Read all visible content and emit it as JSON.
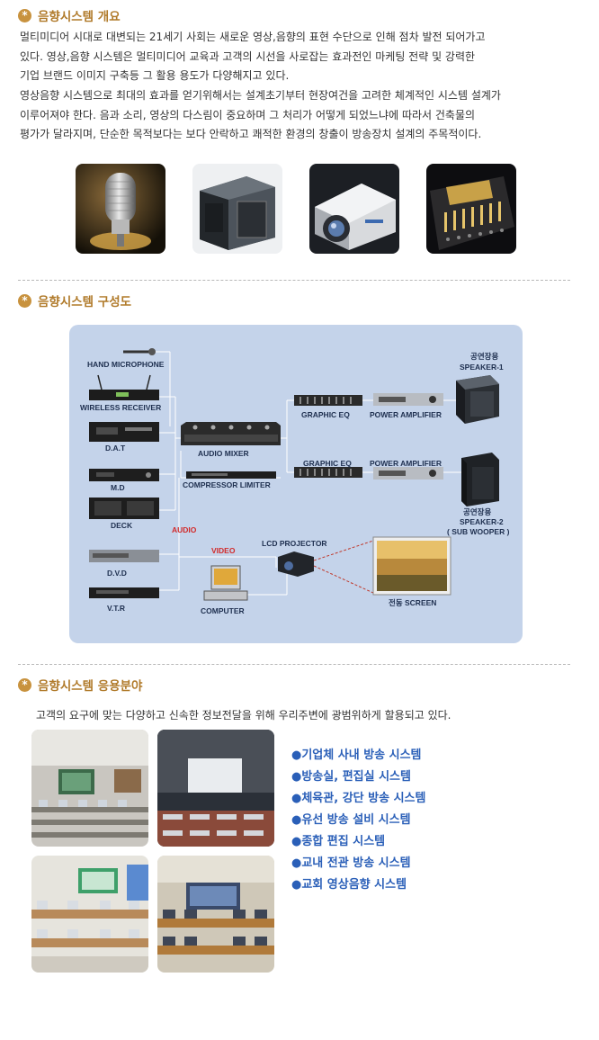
{
  "section1": {
    "badge": "*",
    "title": "음향시스템 개요",
    "paragraph1": [
      "멀티미디어 시대로 대변되는 21세기 사회는 새로운 영상,음향의 표현 수단으로 인해 점차 발전 되어가고",
      "있다. 영상,음향 시스템은 멀티미디어 교육과 고객의 시선을 사로잡는 효과전인 마케팅 전략 및 강력한",
      "기업 브랜드 이미지 구축등 그 활용 용도가 다양해지고 있다."
    ],
    "paragraph2": [
      "영상음향 시스템으로 최대의 효과를 얻기위해서는 설계초기부터 현장여건을 고려한 체계적인 시스템 설계가",
      "이루어져야 한다. 음과 소리, 영상의 다스림이 중요하며 그 처리가 어떻게 되었느냐에 따라서 건축물의",
      "평가가 달라지며, 단순한 목적보다는 보다 안락하고 쾌적한 환경의 창출이 방송장치 설계의 주목적이다."
    ]
  },
  "section2": {
    "badge": "*",
    "title": "음향시스템 구성도",
    "diagram": {
      "hand_microphone": "HAND MICROPHONE",
      "wireless_receiver": "WIRELESS  RECEIVER",
      "dat": "D.A.T",
      "md": "M.D",
      "deck": "DECK",
      "dvd": "D.V.D",
      "vtr": "V.T.R",
      "audio_mixer": "AUDIO MIXER",
      "compressor_limiter": "COMPRESSOR LIMITER",
      "graphic_eq_1": "GRAPHIC EQ",
      "graphic_eq_2": "GRAPHIC EQ",
      "power_amplifier_1": "POWER AMPLIFIER",
      "power_amplifier_2": "POWER AMPLIFIER",
      "speaker1_kr": "공연장용",
      "speaker1": "SPEAKER-1",
      "speaker2_kr": "공연장용",
      "speaker2": "SPEAKER-2",
      "sub_wooper": "( SUB  WOOPER )",
      "audio": "AUDIO",
      "video": "VIDEO",
      "lcd_projector": "LCD PROJECTOR",
      "computer": "COMPUTER",
      "screen": "전동 SCREEN"
    }
  },
  "section3": {
    "badge": "*",
    "title": "음향시스템 응용분야",
    "intro": "고객의 요구에 맞는 다양하고 신속한 정보전달을 위해 우리주변에 광범위하게 할용되고 있다.",
    "items": [
      "●기업체 사내 방송 시스템",
      "●방송실, 편집실 시스템",
      "●체육관, 강단 방송 시스템",
      "●유선 방송 설비 시스템",
      "●종합 편집 시스템",
      "●교내 전관 방송 시스템",
      "●교회 영상음향 시스템"
    ]
  },
  "colors": {
    "title": "#b07a2a",
    "badge": "#c8923e",
    "diagram_bg": "#c4d3ea",
    "list_text": "#2a5fb8",
    "red_label": "#d22a2a"
  }
}
